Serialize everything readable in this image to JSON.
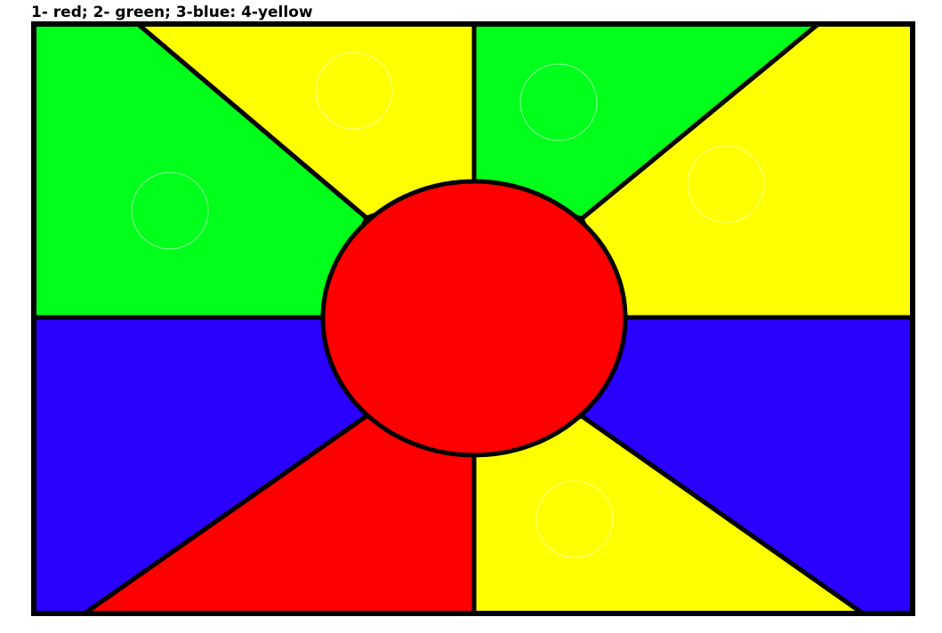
{
  "legend": {
    "text": "1- red; 2- green; 3-blue: 4-yellow"
  },
  "colors": {
    "red": "#ff0000",
    "green": "#00ff1a",
    "blue": "#2a00ff",
    "yellow": "#ffff00",
    "outline": "#000000",
    "marker": "#ffffff"
  },
  "regions": [
    {
      "id": "region-top-left",
      "color": "green"
    },
    {
      "id": "region-top-center-left",
      "color": "yellow"
    },
    {
      "id": "region-top-center-right",
      "color": "green"
    },
    {
      "id": "region-top-right",
      "color": "yellow"
    },
    {
      "id": "region-bottom-left",
      "color": "blue"
    },
    {
      "id": "region-bottom-center-left",
      "color": "red"
    },
    {
      "id": "region-bottom-center-right",
      "color": "yellow"
    },
    {
      "id": "region-bottom-right",
      "color": "blue"
    },
    {
      "id": "region-center",
      "color": "red"
    }
  ]
}
